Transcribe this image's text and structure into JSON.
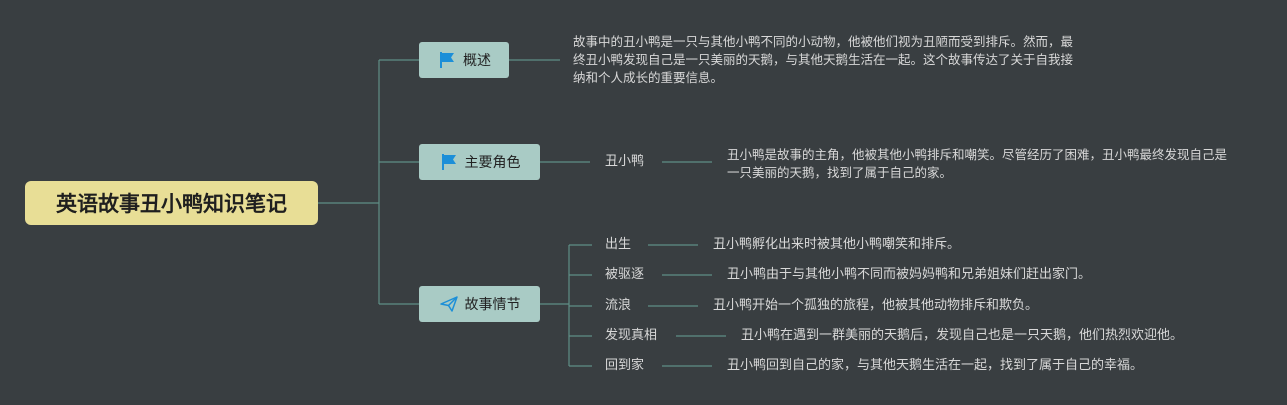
{
  "root": {
    "title": "英语故事丑小鸭知识笔记"
  },
  "branches": {
    "overview": {
      "label": "概述",
      "icon": "flag-icon",
      "text": "故事中的丑小鸭是一只与其他小鸭不同的小动物，他被他们视为丑陋而受到排斥。然而，最终丑小鸭发现自己是一只美丽的天鹅，与其他天鹅生活在一起。这个故事传达了关于自我接纳和个人成长的重要信息。"
    },
    "characters": {
      "label": "主要角色",
      "icon": "flag-icon",
      "items": [
        {
          "label": "丑小鸭",
          "text": "丑小鸭是故事的主角，他被其他小鸭排斥和嘲笑。尽管经历了困难，丑小鸭最终发现自己是一只美丽的天鹅，找到了属于自己的家。"
        }
      ]
    },
    "plot": {
      "label": "故事情节",
      "icon": "paper-plane-icon",
      "items": [
        {
          "label": "出生",
          "text": "丑小鸭孵化出来时被其他小鸭嘲笑和排斥。"
        },
        {
          "label": "被驱逐",
          "text": "丑小鸭由于与其他小鸭不同而被妈妈鸭和兄弟姐妹们赶出家门。"
        },
        {
          "label": "流浪",
          "text": "丑小鸭开始一个孤独的旅程，他被其他动物排斥和欺负。"
        },
        {
          "label": "发现真相",
          "text": "丑小鸭在遇到一群美丽的天鹅后，发现自己也是一只天鹅，他们热烈欢迎他。"
        },
        {
          "label": "回到家",
          "text": "丑小鸭回到自己的家，与其他天鹅生活在一起，找到了属于自己的幸福。"
        }
      ]
    }
  },
  "colors": {
    "background": "#393e41",
    "root_fill": "#e8de96",
    "branch_fill": "#a9cbc5",
    "connector": "#5f8f86",
    "text": "#d8d8d8"
  }
}
